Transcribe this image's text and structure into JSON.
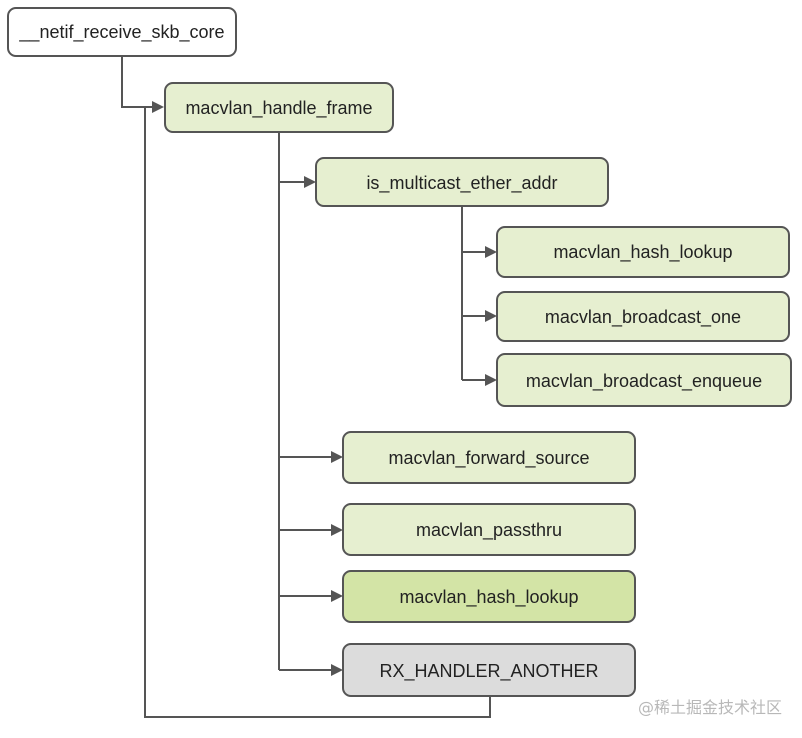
{
  "diagram": {
    "nodes": [
      {
        "id": "netif_receive",
        "label": "__netif_receive_skb_core",
        "fill": "#ffffff",
        "name": "node-netif-receive-skb-core"
      },
      {
        "id": "handle_frame",
        "label": "macvlan_handle_frame",
        "fill": "#e6efd0",
        "name": "node-macvlan-handle-frame"
      },
      {
        "id": "is_multicast",
        "label": "is_multicast_ether_addr",
        "fill": "#e6efd0",
        "name": "node-is-multicast-ether-addr"
      },
      {
        "id": "hash_lookup_1",
        "label": "macvlan_hash_lookup",
        "fill": "#e6efd0",
        "name": "node-macvlan-hash-lookup-multicast"
      },
      {
        "id": "broadcast_one",
        "label": "macvlan_broadcast_one",
        "fill": "#e6efd0",
        "name": "node-macvlan-broadcast-one"
      },
      {
        "id": "broadcast_enqueue",
        "label": "macvlan_broadcast_enqueue",
        "fill": "#e6efd0",
        "name": "node-macvlan-broadcast-enqueue"
      },
      {
        "id": "forward_source",
        "label": "macvlan_forward_source",
        "fill": "#e6efd0",
        "name": "node-macvlan-forward-source"
      },
      {
        "id": "passthru",
        "label": "macvlan_passthru",
        "fill": "#e6efd0",
        "name": "node-macvlan-passthru"
      },
      {
        "id": "hash_lookup_2",
        "label": "macvlan_hash_lookup",
        "fill": "#d3e4a6",
        "name": "node-macvlan-hash-lookup"
      },
      {
        "id": "rx_handler",
        "label": "RX_HANDLER_ANOTHER",
        "fill": "#dcdcdc",
        "name": "node-rx-handler-another"
      }
    ]
  },
  "watermark": "@稀土掘金技术社区"
}
